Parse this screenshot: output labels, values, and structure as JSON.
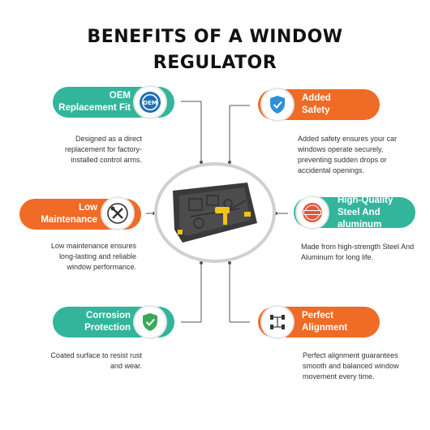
{
  "title": {
    "line1": "BENEFITS OF A WINDOW",
    "line2": "REGULATOR"
  },
  "benefits": [
    {
      "id": "oem",
      "title": "OEM Replacement Fit",
      "color": "#32b59b",
      "icon": "oem-seal-icon",
      "description": "Designed as a direct replacement for factory-installed control arms."
    },
    {
      "id": "safety",
      "title": "Added Safety",
      "color": "#f06b25",
      "icon": "shield-check-icon",
      "description": "Added safety ensures your car windows operate securely, preventing sudden drops or accidental openings."
    },
    {
      "id": "maintenance",
      "title": "Low Maintenance",
      "color": "#f06b25",
      "icon": "wrench-screwdriver-icon",
      "description": "Low maintenance ensures long-lasting and reliable window performance."
    },
    {
      "id": "steel",
      "title": "High-Quality Steel And aluminum",
      "color": "#32b59b",
      "icon": "high-quality-stamp-icon",
      "description": "Made from high-strength Steel And Aluminum for long life."
    },
    {
      "id": "corrosion",
      "title": "Corrosion Protection",
      "color": "#32b59b",
      "icon": "shield-check-icon",
      "description": "Coated surface to resist rust and wear."
    },
    {
      "id": "alignment",
      "title": "Perfect Alignment",
      "color": "#f06b25",
      "icon": "wheel-alignment-icon",
      "description": "Perfect alignment guarantees smooth and balanced window movement every time."
    }
  ]
}
